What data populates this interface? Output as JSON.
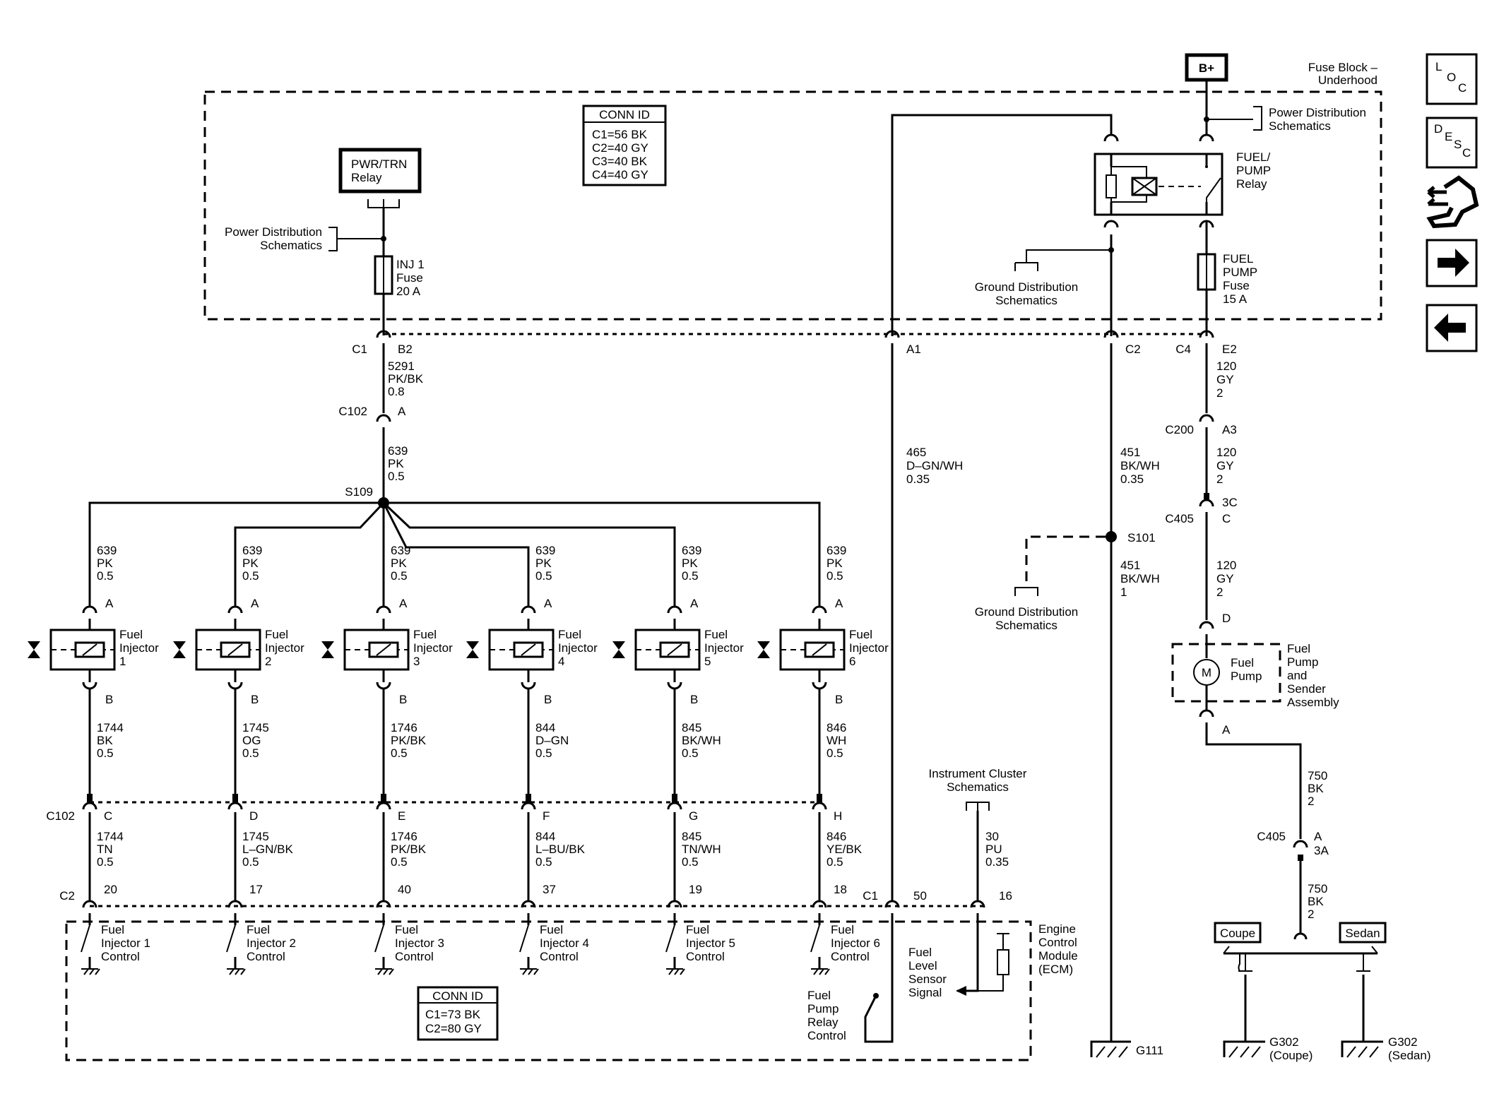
{
  "header": {
    "battery": "B+",
    "fuse_block_line1": "Fuse Block –",
    "fuse_block_line2": "Underhood"
  },
  "conn_top": {
    "title": "CONN ID",
    "lines": [
      "C1=56 BK",
      "C2=40 GY",
      "C3=40 BK",
      "C4=40 GY"
    ]
  },
  "conn_ecm": {
    "title": "CONN ID",
    "lines": [
      "C1=73 BK",
      "C2=80 GY"
    ]
  },
  "pwr_relay": {
    "line1": "PWR/TRN",
    "line2": "Relay"
  },
  "power_dist_left": {
    "line1": "Power Distribution",
    "line2": "Schematics"
  },
  "power_dist_right": {
    "line1": "Power Distribution",
    "line2": "Schematics"
  },
  "inj_fuse": {
    "line1": "INJ 1",
    "line2": "Fuse",
    "line3": "20 A"
  },
  "fuel_pump_relay": {
    "line1": "FUEL/",
    "line2": "PUMP",
    "line3": "Relay"
  },
  "fuel_pump_fuse": {
    "line1": "FUEL",
    "line2": "PUMP",
    "line3": "Fuse",
    "line4": "15 A"
  },
  "ground_dist_top": {
    "line1": "Ground Distribution",
    "line2": "Schematics"
  },
  "ground_dist_mid": {
    "line1": "Ground Distribution",
    "line2": "Schematics"
  },
  "instrument_cluster": {
    "line1": "Instrument Cluster",
    "line2": "Schematics"
  },
  "connectors": {
    "c1": "C1",
    "b2": "B2",
    "a1": "A1",
    "c2_top": "C2",
    "c4": "C4",
    "e2": "E2",
    "c102_a": "C102",
    "pin_a": "A",
    "s109": "S109",
    "s101": "S101",
    "c200": "C200",
    "a3": "A3",
    "c405_top": "C405",
    "pin_3c": "3C",
    "pin_c": "C",
    "pin_d": "D",
    "pump_a": "A",
    "c405_bot": "C405",
    "pin_a2": "A",
    "pin_3a": "3A",
    "c102_b": "C102",
    "c2_ecm": "C2",
    "c1_ecm": "C1",
    "pin_50": "50",
    "pin_16": "16"
  },
  "wires": {
    "w5291": [
      "5291",
      "PK/BK",
      "0.8"
    ],
    "w639_trunk": [
      "639",
      "PK",
      "0.5"
    ],
    "w465": [
      "465",
      "D–GN/WH",
      "0.35"
    ],
    "w451_top": [
      "451",
      "BK/WH",
      "0.35"
    ],
    "w451_bot": [
      "451",
      "BK/WH",
      "1"
    ],
    "w120_a": [
      "120",
      "GY",
      "2"
    ],
    "w120_b": [
      "120",
      "GY",
      "2"
    ],
    "w120_c": [
      "120",
      "GY",
      "2"
    ],
    "w750_a": [
      "750",
      "BK",
      "2"
    ],
    "w750_b": [
      "750",
      "BK",
      "2"
    ],
    "w30": [
      "30",
      "PU",
      "0.35"
    ]
  },
  "injectors": [
    {
      "label": "Fuel",
      "label2": "Injector",
      "num": "1",
      "top_wire": [
        "639",
        "PK",
        "0.5"
      ],
      "pin_a": "A",
      "pin_b": "B",
      "mid_wire": [
        "1744",
        "BK",
        "0.5"
      ],
      "c102_pin": "C",
      "low_wire": [
        "1744",
        "TN",
        "0.5"
      ],
      "ecm_pin": "20",
      "ctrl": [
        "Fuel",
        "Injector 1",
        "Control"
      ]
    },
    {
      "label": "Fuel",
      "label2": "Injector",
      "num": "2",
      "top_wire": [
        "639",
        "PK",
        "0.5"
      ],
      "pin_a": "A",
      "pin_b": "B",
      "mid_wire": [
        "1745",
        "OG",
        "0.5"
      ],
      "c102_pin": "D",
      "low_wire": [
        "1745",
        "L–GN/BK",
        "0.5"
      ],
      "ecm_pin": "17",
      "ctrl": [
        "Fuel",
        "Injector 2",
        "Control"
      ]
    },
    {
      "label": "Fuel",
      "label2": "Injector",
      "num": "3",
      "top_wire": [
        "639",
        "PK",
        "0.5"
      ],
      "pin_a": "A",
      "pin_b": "B",
      "mid_wire": [
        "1746",
        "PK/BK",
        "0.5"
      ],
      "c102_pin": "E",
      "low_wire": [
        "1746",
        "PK/BK",
        "0.5"
      ],
      "ecm_pin": "40",
      "ctrl": [
        "Fuel",
        "Injector 3",
        "Control"
      ]
    },
    {
      "label": "Fuel",
      "label2": "Injector",
      "num": "4",
      "top_wire": [
        "639",
        "PK",
        "0.5"
      ],
      "pin_a": "A",
      "pin_b": "B",
      "mid_wire": [
        "844",
        "D–GN",
        "0.5"
      ],
      "c102_pin": "F",
      "low_wire": [
        "844",
        "L–BU/BK",
        "0.5"
      ],
      "ecm_pin": "37",
      "ctrl": [
        "Fuel",
        "Injector 4",
        "Control"
      ]
    },
    {
      "label": "Fuel",
      "label2": "Injector",
      "num": "5",
      "top_wire": [
        "639",
        "PK",
        "0.5"
      ],
      "pin_a": "A",
      "pin_b": "B",
      "mid_wire": [
        "845",
        "BK/WH",
        "0.5"
      ],
      "c102_pin": "G",
      "low_wire": [
        "845",
        "TN/WH",
        "0.5"
      ],
      "ecm_pin": "19",
      "ctrl": [
        "Fuel",
        "Injector 5",
        "Control"
      ]
    },
    {
      "label": "Fuel",
      "label2": "Injector",
      "num": "6",
      "top_wire": [
        "639",
        "PK",
        "0.5"
      ],
      "pin_a": "A",
      "pin_b": "B",
      "mid_wire": [
        "846",
        "WH",
        "0.5"
      ],
      "c102_pin": "H",
      "low_wire": [
        "846",
        "YE/BK",
        "0.5"
      ],
      "ecm_pin": "18",
      "ctrl": [
        "Fuel",
        "Injector 6",
        "Control"
      ]
    }
  ],
  "ecm": {
    "line1": "Engine",
    "line2": "Control",
    "line3": "Module",
    "line4": "(ECM)"
  },
  "fuel_level": {
    "line1": "Fuel",
    "line2": "Level",
    "line3": "Sensor",
    "line4": "Signal"
  },
  "fuel_pump_ctrl": {
    "line1": "Fuel",
    "line2": "Pump",
    "line3": "Relay",
    "line4": "Control"
  },
  "pump_motor": {
    "symbol": "M",
    "line1": "Fuel",
    "line2": "Pump"
  },
  "pump_assembly": {
    "line1": "Fuel",
    "line2": "Pump",
    "line3": "and",
    "line4": "Sender",
    "line5": "Assembly"
  },
  "coupe_tag": "Coupe",
  "sedan_tag": "Sedan",
  "grounds": {
    "g111": "G111",
    "g302_coupe": [
      "G302",
      "(Coupe)"
    ],
    "g302_sedan": [
      "G302",
      "(Sedan)"
    ]
  },
  "nav": {
    "loc": [
      "L",
      "O",
      "C"
    ],
    "desc": [
      "D",
      "E",
      "S",
      "C"
    ]
  }
}
